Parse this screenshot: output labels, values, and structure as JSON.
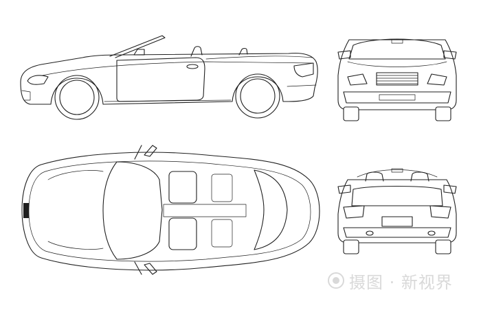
{
  "image": {
    "subject": "convertible-car-line-drawing",
    "views": [
      "side",
      "front",
      "top",
      "rear"
    ],
    "line_color": "#1e1e1e",
    "background": "#ffffff"
  },
  "watermark": {
    "text": "摄图 · 新视界",
    "color": "#d9d9d9",
    "icon": "camera-logo-icon"
  }
}
